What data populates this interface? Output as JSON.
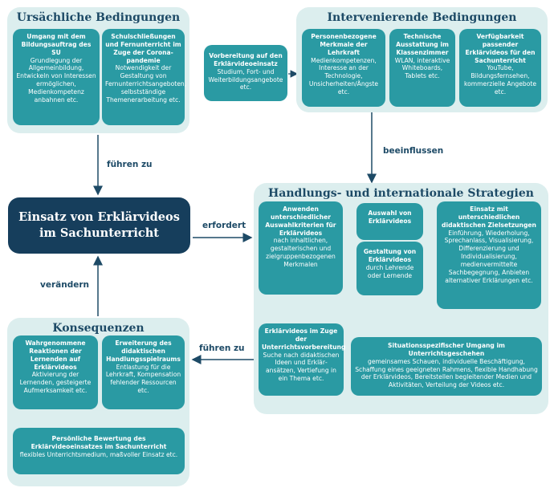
{
  "central": {
    "line1": "Einsatz von Erklärvideos",
    "line2": "im Sachunterricht"
  },
  "ursaechlich": {
    "title": "Ursächliche Bedingungen",
    "boxes": [
      {
        "title": "Umgang mit dem Bildungsauftrag des SU",
        "desc": "Grundlegung der Allgemeinbildung, Entwickeln von Interessen ermöglichen, Medienkompetenz anbahnen etc."
      },
      {
        "title": "Schulschließungen und Fernunterricht im Zuge der Corona-pandemie",
        "desc": "Notwendigkeit der Gestaltung von Fernunterrichtsangeboten, selbstständige Themenerarbeitung etc."
      }
    ]
  },
  "vorbereitung": {
    "title": "Vorbereitung auf den Erklärvideoeinsatz",
    "desc": "Studium, Fort- und Weiterbildungsangebote etc."
  },
  "intervenierend": {
    "title": "Intervenierende Bedingungen",
    "boxes": [
      {
        "title": "Personenbezogene Merkmale der Lehrkraft",
        "desc": "Medienkompetenzen, Interesse an der Technologie, Unsicherheiten/Ängste etc."
      },
      {
        "title": "Technische Ausstattung im Klassenzimmer",
        "desc": "WLAN, interaktive Whiteboards, Tablets etc."
      },
      {
        "title": "Verfügbarkeit passender Erklärvideos für den Sachunterricht",
        "desc": "YouTube, Bildungsfernsehen, kommerzielle Angebote etc."
      }
    ]
  },
  "strategien": {
    "title": "Handlungs- und internationale Strategien",
    "anwenden": {
      "title": "Anwenden unterschiedlicher Auswahlkriterien für Erklärvideos",
      "desc": "nach inhaltlichen, gestalterischen und zielgruppenbezogenen Merkmalen"
    },
    "auswahl": {
      "title": "Auswahl von Erklärvideos",
      "desc": ""
    },
    "gestaltung": {
      "title": "Gestaltung von Erklärvideos",
      "desc": "durch Lehrende oder Lernende"
    },
    "einsatz": {
      "title": "Einsatz mit unterschiedlichen didaktischen Zielsetzungen",
      "desc": "Einführung, Wiederholung, Sprechanlass, Visualisierung, Differenzierung und Individualisierung, medienvermittelte Sachbegegnung, Anbieten alternativer Erklärungen etc."
    },
    "vorbereitung": {
      "title": "Erklärvideos im Zuge der Unterrichtsvorbereitung",
      "desc": "Suche nach didaktischen Ideen und Erklär­ansätzen, Vertiefung in ein Thema etc."
    },
    "situation": {
      "title": "Situationsspezifischer Umgang im Unterrichtsgeschehen",
      "desc": "gemeinsames Schauen, individuelle Beschäftigung, Schaffung eines geeigneten Rahmens, flexible Handhabung der Erklärvideos, Bereitstellen begleitender Medien und Aktivitäten, Verteilung der Videos etc."
    }
  },
  "konsequenzen": {
    "title": "Konsequenzen",
    "boxes": [
      {
        "title": "Wahrgenommene Reaktionen der Lernenden auf Erklärvideos",
        "desc": "Aktivierung der Lernenden, gesteigerte Aufmerksamkeit etc."
      },
      {
        "title": "Erweiterung des didaktischen Handlungsspielraums",
        "desc": "Entlastung für die Lehrkraft, Kompensation fehlender Ressourcen etc."
      }
    ],
    "bewertung": {
      "title": "Persönliche Bewertung des Erklärvideoeinsatzes im Sachunterricht",
      "desc": "flexibles Unterrichtsmedium, maßvoller Einsatz etc."
    }
  },
  "labels": {
    "fuehren_zu_top": "führen zu",
    "beeinflussen": "beeinflussen",
    "erfordert": "erfordert",
    "veraendern": "verändern",
    "fuehren_zu_bottom": "führen zu"
  },
  "colors": {
    "dark": "#163e5c",
    "teal": "#2a9aa3",
    "panel": "#dceeee"
  }
}
